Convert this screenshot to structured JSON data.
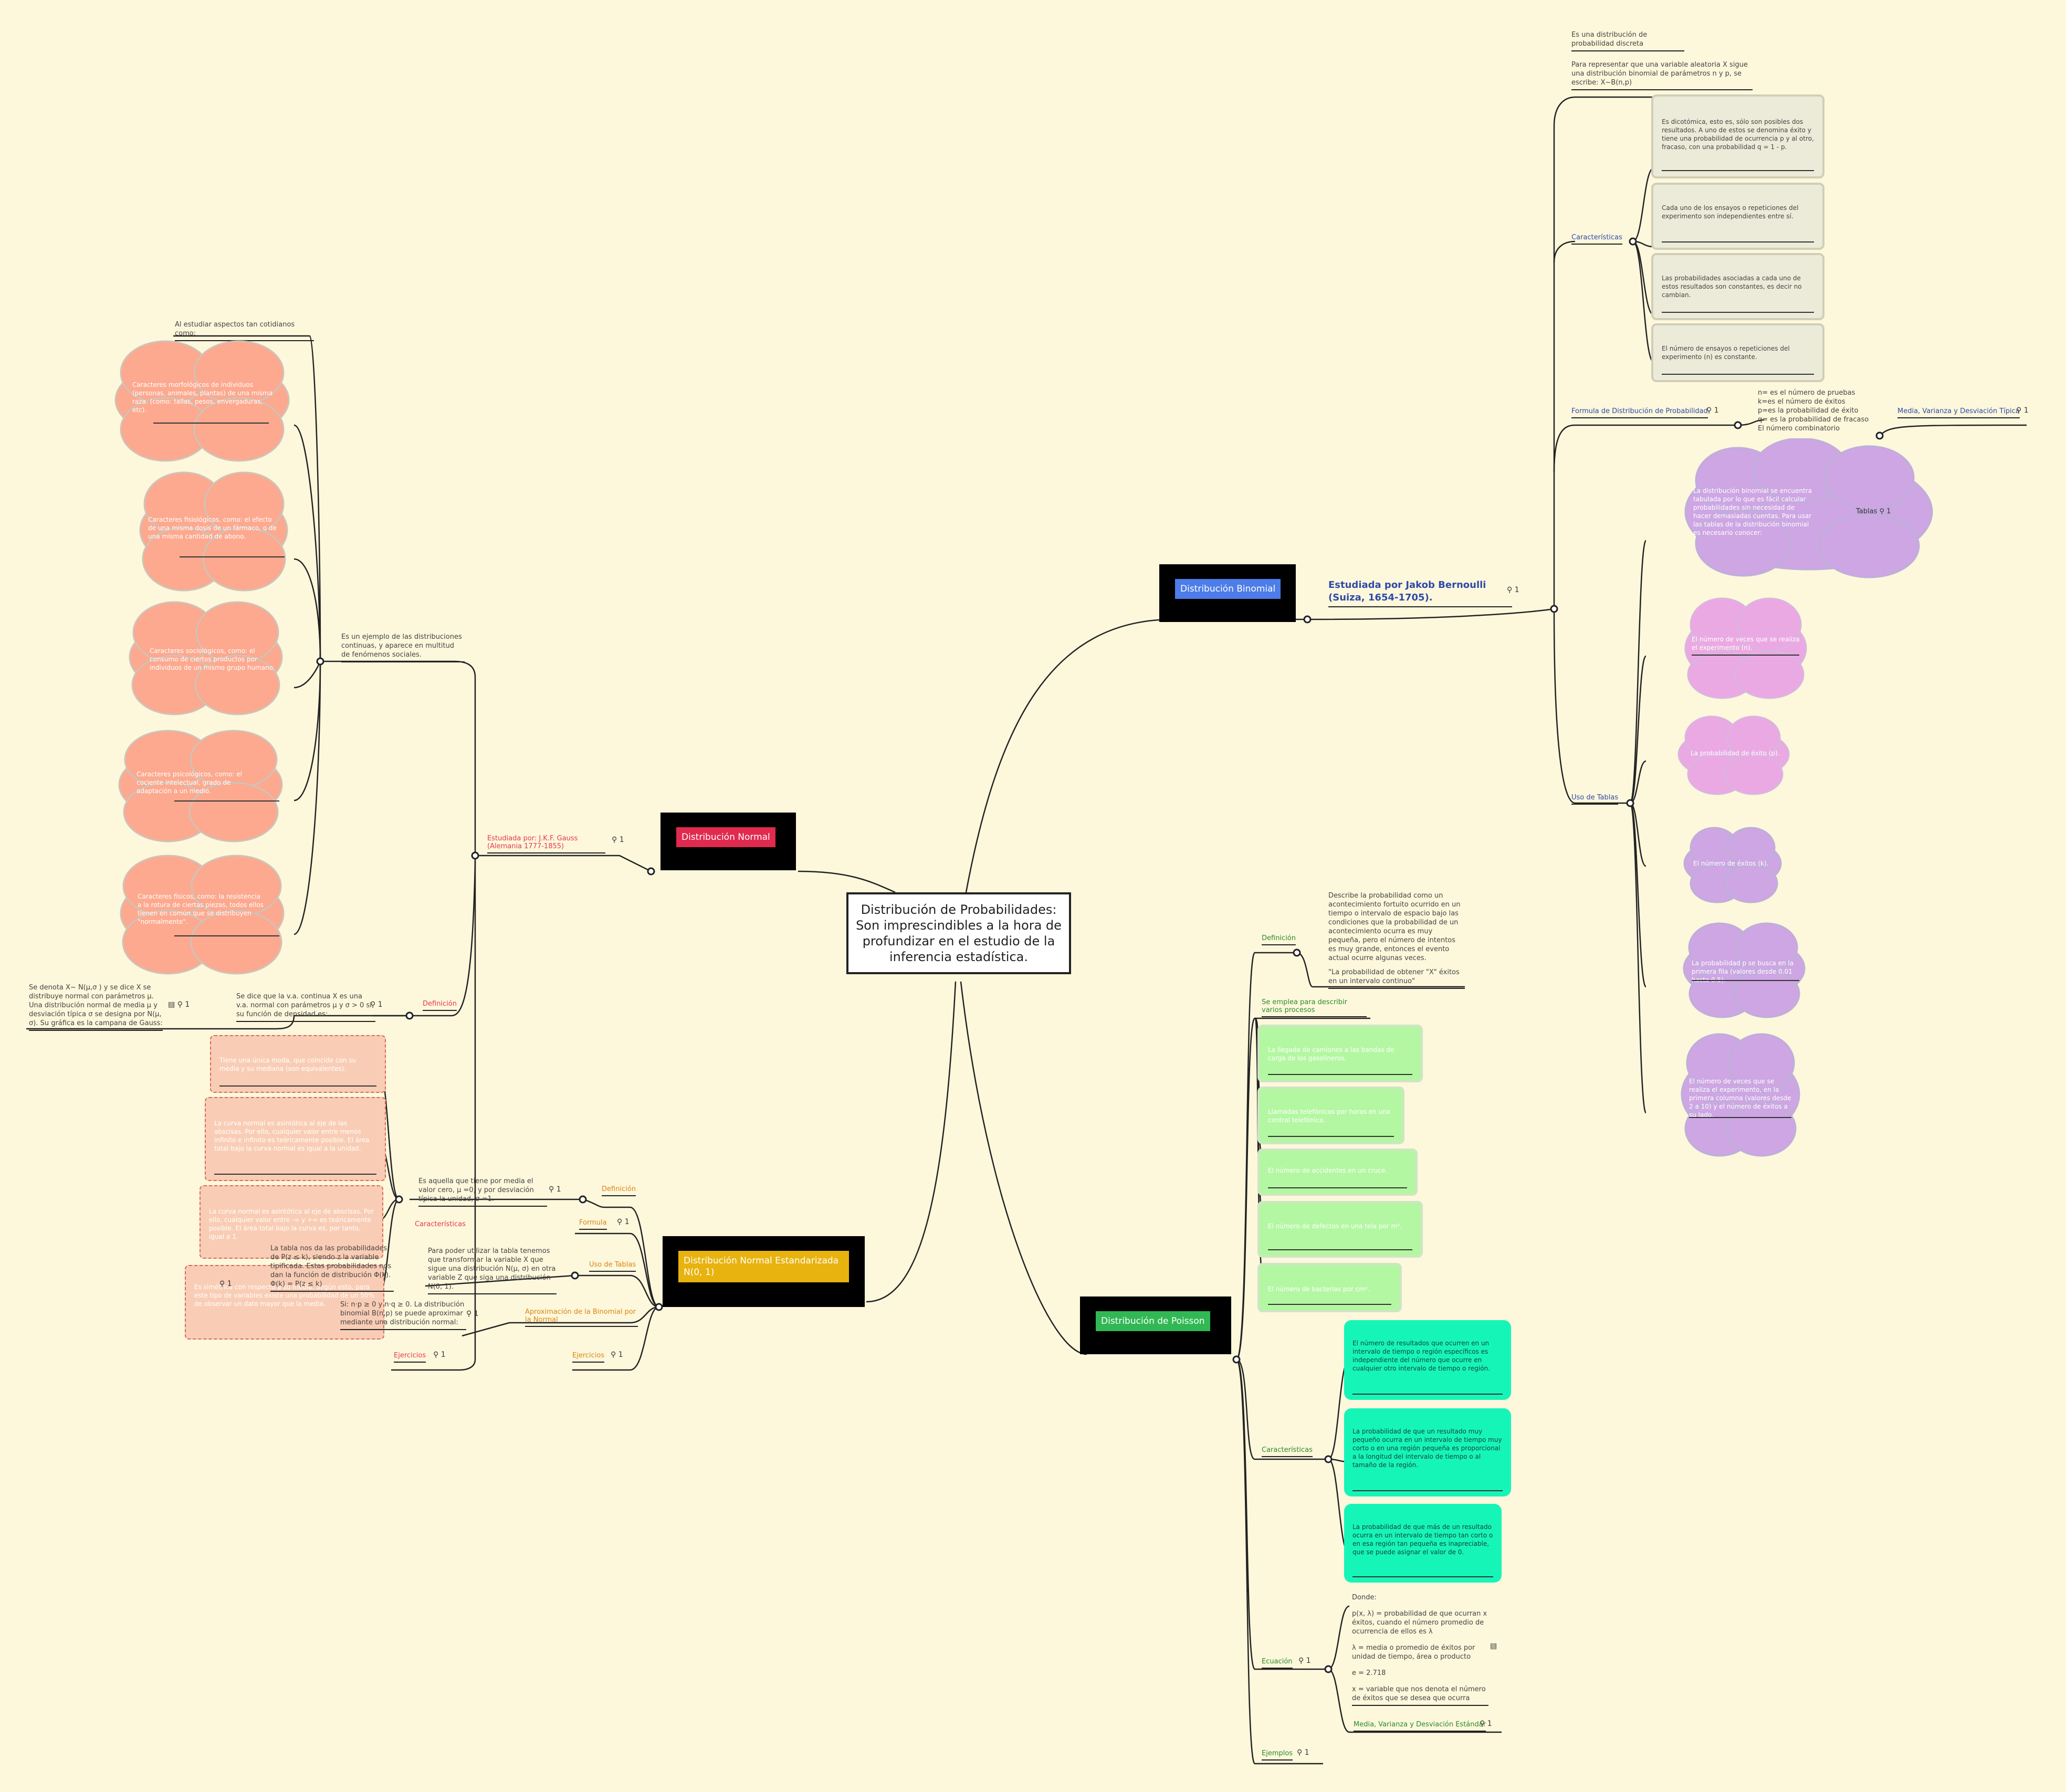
{
  "central": "Distribución de Probabilidades: Son imprescindibles a la hora de profundizar en el estudio de la inferencia estadística.",
  "colors": {
    "background": "#fdf7dc",
    "normal": "#e02a4e",
    "estandar": "#e8b30f",
    "binomial": "#4c7de8",
    "poisson": "#31b854"
  },
  "link_icon": "link-icon",
  "link_count": "1",
  "binomial": {
    "title": "Distribución Binomial",
    "studied_by": "Estudiada por Jakob Bernoulli (Suiza, 1654-1705).",
    "discrete": "Es una distribución de probabilidad discreta",
    "represent": "Para representar que una variable aleatoria X sigue una distribución binomial de parámetros n y p, se escribe: X~B(n,p)",
    "caracteristicas_label": "Características",
    "caracteristicas": [
      "Es dicotómica, esto es, sólo son posibles dos resultados. A uno de estos se denomina éxito y tiene una probabilidad de ocurrencia p y al otro, fracaso, con una probabilidad                 q = 1 - p.",
      "Cada uno de los ensayos o repeticiones del experimento son independientes entre sí.",
      "Las probabilidades asociadas a cada uno de estos resultados son constantes, es decir no cambian.",
      "El número de ensayos o repeticiones del experimento (n) es constante."
    ],
    "formula_label": "Formula de Distribución de Probabilidad",
    "formula_vars": [
      "n= es el número de pruebas",
      "k=es el número de éxitos",
      "p=es la probabilidad de éxito",
      "q= es la probabilidad de fracaso",
      "El número combinatorio"
    ],
    "media_label": "Media, Varianza y Desviación Típica",
    "uso_label": "Uso de Tablas",
    "tablas_label": "Tablas",
    "uso_items": [
      "La distribución binomial se encuentra tabulada por lo que es fácil calcular probabilidades sin necesidad de hacer demasiadas cuentas. Para usar las tablas de la distribución binomial es necesario conocer:",
      "El número de veces que se realiza el experimento (n).",
      "La probabilidad de éxito (p).",
      "El número de éxitos (k).",
      "La probabilidad p se busca en la primera fila (valores desde 0.01 hasta 0.5).",
      "El número de veces que se realiza el experimento, en la primera columna (valores desde 2 a 10) y el número de éxitos a su lado."
    ]
  },
  "normal": {
    "title": "Distribución Normal",
    "studied_by": "Estudiada por: J.K.F. Gauss (Alemania 1777-1855)",
    "ejemplo_intro": "Es un ejemplo de las distribuciones continuas, y aparece en multitud de fenómenos sociales.",
    "aspectos": "Al estudiar aspectos tan cotidianos como:",
    "clouds": [
      "Caracteres morfológicos de individuos (personas, animales, plantas) de una misma raza. (como: tallas, pesos, envergaduras, etc).",
      "Caracteres fisiológicos, como: el efecto de una misma dosis de un fármaco, o de una misma cantidad de abono.",
      "Caracteres sociológicos, como: el consumo de ciertos productos por individuos de un mismo grupo humano.",
      "Caracteres psicológicos, como: el cociente intelectual, grado de adaptación a un medio.",
      "Caracteres físicos, como: la resistencia a la rotura de ciertas piezas, todos ellos tienen en común que se distribuyen \"normalmente\"."
    ],
    "definicion_label": "Definición",
    "definicion": "Se dice que la v.a. continua X es una v.a. normal con parámetros μ y σ > 0 si su función de densidad es:",
    "denota": "Se denota X~ N(μ,σ ) y se dice X se distribuye normal con parámetros μ. Una distribución normal de media μ y desviación típica σ se designa por N(μ, σ). Su gráfica es la campana de Gauss:",
    "pink_boxes": [
      "Tiene una única moda, que coincide con su media y su mediana (son equivalentes).",
      "La curva normal es asintótica al eje de las abscisas. Por ello, cualquier valor entre menos infinito e infinito es teóricamente posible. El área total bajo la curva normal es igual a la unidad.",
      "La curva normal es asintótica al eje de abscisas. Por ello, cualquier valor entre -∞ y +∞ es teóricamente posible. El área total bajo la curva es, por tanto, igual a 1.",
      "Es simétrica con respecto a su media. Según esto, para este tipo de variables existe una probabilidad de un 50% de observar un dato mayor que la media."
    ],
    "caracteristicas_label": "Características"
  },
  "estandar": {
    "title": "Distribución Normal Estandarizada N(0, 1)",
    "definicion_label": "Definición",
    "definicion": "Es aquella que tiene por media el valor cero, μ =0, y por desviación típica la unidad, σ =1.",
    "formula_label": "Formula",
    "uso_label": "Uso de Tablas",
    "uso": "Para poder utilizar la tabla tenemos que transformar la variable X que sigue una distribución N(μ, σ) en otra variable Z que siga una distribución N(0, 1).",
    "tabla": "La tabla nos da las probabilidades de P(z ≤ k), siendo z la variable tipificada. Estas probabilidades nos dan la función de distribución Φ(k). Φ(k) = P(z ≤ k)",
    "aprox_label": "Aproximación de la Binomial por la Normal",
    "aprox": "Si: n·p ≥ 0 y n·q ≥ 0. La distribución binomial B(n,p) se puede aproximar mediante una distribución normal:",
    "ejercicios_label": "Ejercicios",
    "ejercicios2_label": "Ejercicios"
  },
  "poisson": {
    "title": "Distribución de Poisson",
    "definicion_label": "Definición",
    "definicion": "Describe la probabilidad como un acontecimiento fortuito ocurrido en un tiempo o intervalo de espacio bajo las condiciones que la probabilidad de un acontecimiento ocurra es muy pequeña, pero el número de intentos es muy grande, entonces el evento actual ocurre algunas veces.",
    "definicion2": "\"La probabilidad de obtener \"X\" éxitos en un intervalo continuo\"",
    "procesos_label": "Se emplea para describir varios procesos",
    "procesos": [
      "La llegada de camiones a las bandas de carga de los gasolineros.",
      "Llamadas telefónicas por horas en una central telefónica.",
      "El número de accidentes en un cruce.",
      "El número de defectos en una tela por m².",
      "El número de bacterias por cm²."
    ],
    "caracteristicas_label": "Características",
    "caracteristicas": [
      "El número de resultados que ocurren en un intervalo de tiempo o región específicos es independiente del número que ocurre en cualquier otro intervalo de tiempo o región.",
      "La probabilidad de que un resultado muy pequeño ocurra en un intervalo de tiempo muy corto o en una región pequeña es proporcional a la longitud del intervalo de tiempo o al tamaño de la región.",
      "La probabilidad de que más de un resultado ocurra en un intervalo de tiempo tan corto o en esa región tan pequeña es inapreciable, que se puede asignar el valor de 0."
    ],
    "ecuacion_label": "Ecuación",
    "ecuacion_lines": [
      "Donde:",
      "p(x, λ) = probabilidad de que ocurran x éxitos, cuando el número promedio de ocurrencia de ellos es λ",
      "λ = media o promedio de éxitos por unidad de tiempo, área o producto",
      "e = 2.718",
      "x = variable que nos denota el número de éxitos que se desea que ocurra"
    ],
    "media_label": "Media, Varianza y Desviación Estándar",
    "ejemplos_label": "Ejemplos"
  }
}
